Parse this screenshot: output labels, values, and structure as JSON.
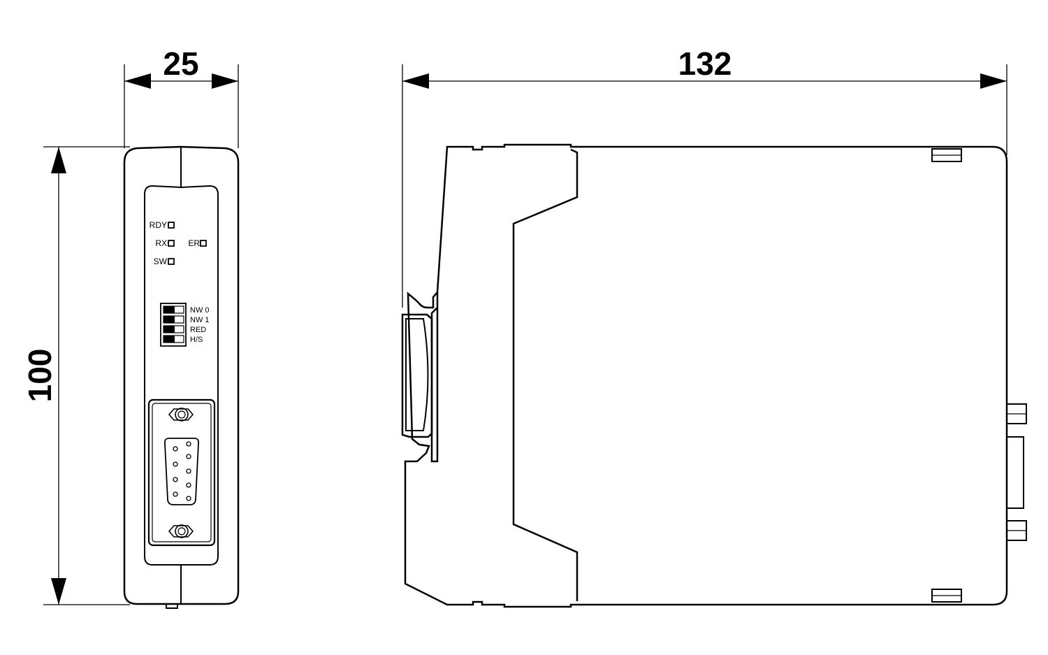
{
  "dimensions": {
    "front_width": "25",
    "side_width": "132",
    "height": "100"
  },
  "front_panel": {
    "leds": {
      "rdy": "RDY",
      "rx": "RX",
      "er": "ER",
      "sw": "SW"
    },
    "dip_switches": [
      "NW 0",
      "NW 1",
      "RED",
      "H/S"
    ]
  },
  "style": {
    "line_color": "#000000",
    "background": "#ffffff"
  }
}
